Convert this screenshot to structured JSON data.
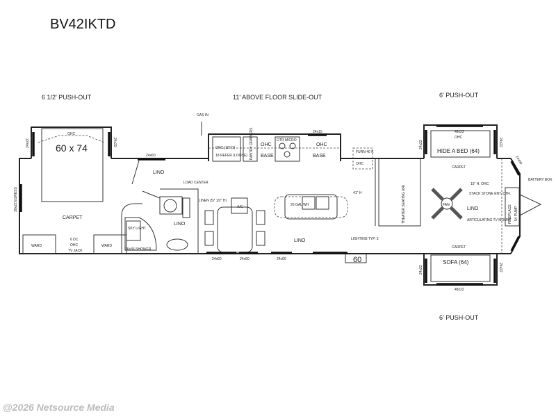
{
  "title": "BV42IKTD",
  "watermark": "@2026 Netsource Media",
  "headers": {
    "left_pushout": "6 1/2' PUSH-OUT",
    "slideout": "11' ABOVE FLOOR SLIDE-OUT",
    "right_top_pushout": "6' PUSH-OUT",
    "right_bottom_pushout": "6' PUSH-OUT"
  },
  "labels": {
    "bed": "60 x 74",
    "ohc": "OHC",
    "window_24x22": "24x22",
    "window_24x60": "24x60",
    "egress": "30x22 EGRESS",
    "carpet": "CARPET",
    "ward": "WARD",
    "dc": "6 DC",
    "tv_jack": "TV JACK",
    "lino": "LINO",
    "sky_light": "SKY LIGHT",
    "shower": "36x36 SHOWER",
    "load_center": "LOAD CENTER",
    "linen": "LINEN (57 1/2\" H)",
    "gas_in": "GAS IN",
    "ohc_fridge": "OHC (18\" D)",
    "fridge": "18 REFER (LOOSE)",
    "pantry": "PANTRY DRAWERS",
    "otr_micro": "OTR MICRO",
    "base": "BASE",
    "window_24x15": "24x15",
    "furn": "FURN 40 K",
    "ac": "A/C",
    "sink": "20 GAL WH",
    "lighting": "LIGHTING TYP. 3",
    "height_41": "41\" H",
    "door": "60",
    "theater": "THEATER SEATING (64)",
    "hide_a_bed": "HIDE A BED (64)",
    "window_48x22": "48x22",
    "ohc_15": "15\" H. OHC",
    "stack_stone": "STACK STONE ENT. CTR.",
    "fan": "FAN",
    "articulating": "ARTICULATING TV MOUNT",
    "fireplace": "FIREPLACE",
    "pump": "54 PUMP",
    "battery": "BATTERY BOX",
    "window_24x60_front": "24x60",
    "sofa": "SOFA (64)"
  }
}
